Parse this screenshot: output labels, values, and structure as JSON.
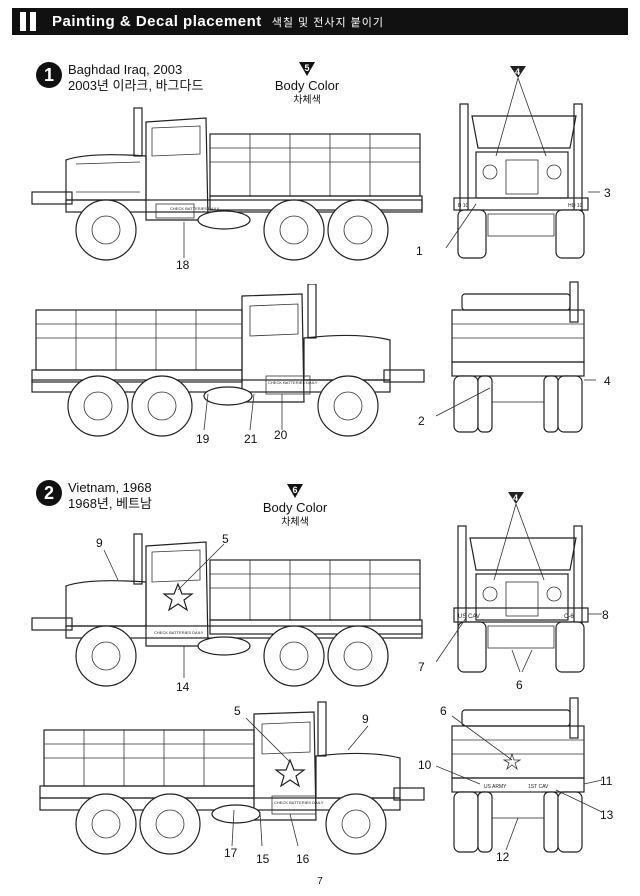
{
  "header": {
    "title": "Painting & Decal placement",
    "subtitle": "색칠 및 전사지 붙이기"
  },
  "sections": [
    {
      "number": "1",
      "line1": "Baghdad Iraq, 2003",
      "line2": "2003년 이라크, 바그다드",
      "color_ref": "5",
      "color_en": "Body Color",
      "color_ko": "차체색",
      "callouts": {
        "top_front_marker": "4",
        "c3": "3",
        "c1": "1",
        "c18": "18",
        "c4": "4",
        "c2": "2",
        "c19": "19",
        "c21": "21",
        "c20": "20"
      },
      "stencils": {
        "side_left": "CHECK BATTERIES DAILY",
        "side_right": "CHECK BATTERIES DAILY",
        "bumper_left": "B 10",
        "bumper_right": "HQ 10"
      }
    },
    {
      "number": "2",
      "line1": "Vietnam, 1968",
      "line2": "1968년, 베트남",
      "color_ref": "6",
      "color_en": "Body Color",
      "color_ko": "차체색",
      "callouts": {
        "c9a": "9",
        "c5a": "5",
        "c14": "14",
        "front_marker": "4",
        "c8": "8",
        "c7": "7",
        "c6a": "6",
        "c5b": "5",
        "c9b": "9",
        "c6b": "6",
        "c10": "10",
        "c11": "11",
        "c13": "13",
        "c12": "12",
        "c17": "17",
        "c15": "15",
        "c16": "16"
      },
      "stencils": {
        "side_left": "CHECK BATTERIES DAILY",
        "side_right": "CHECK BATTERIES DAILY",
        "bumper_left": "US CAV",
        "bumper_right": "C-6",
        "rear_left": "US ARMY",
        "rear_right": "1ST CAV"
      }
    }
  ],
  "page_number": "7"
}
